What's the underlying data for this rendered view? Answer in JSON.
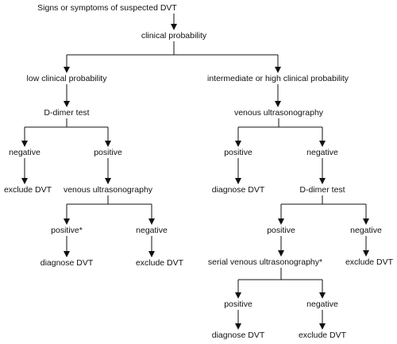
{
  "diagram": {
    "colors": {
      "line": "#111111",
      "text": "#111111",
      "background": "#ffffff"
    },
    "nodes": {
      "root": "Signs or symptoms of suspected DVT",
      "clinical_probability": "clinical probability",
      "low": "low clinical probability",
      "high": "intermediate or high clinical probability",
      "ddimer_left": "D-dimer test",
      "neg_left": "negative",
      "pos_left": "positive",
      "exclude_left": "exclude DVT",
      "venous_us_left": "venous ultrasonography",
      "pos_star_left": "positive*",
      "neg_left2": "negative",
      "diagnose_left": "diagnose DVT",
      "exclude_left2": "exclude DVT",
      "venous_us_right": "venous ultrasonography",
      "pos_right": "positive",
      "neg_right": "negative",
      "diagnose_right": "diagnose DVT",
      "ddimer_right": "D-dimer test",
      "pos_right2": "positive",
      "neg_right2": "negative",
      "serial_us": "serial venous ultrasonography*",
      "exclude_right": "exclude DVT",
      "pos_right3": "positive",
      "neg_right3": "negative",
      "diagnose_right2": "diagnose DVT",
      "exclude_right2": "exclude DVT"
    }
  }
}
